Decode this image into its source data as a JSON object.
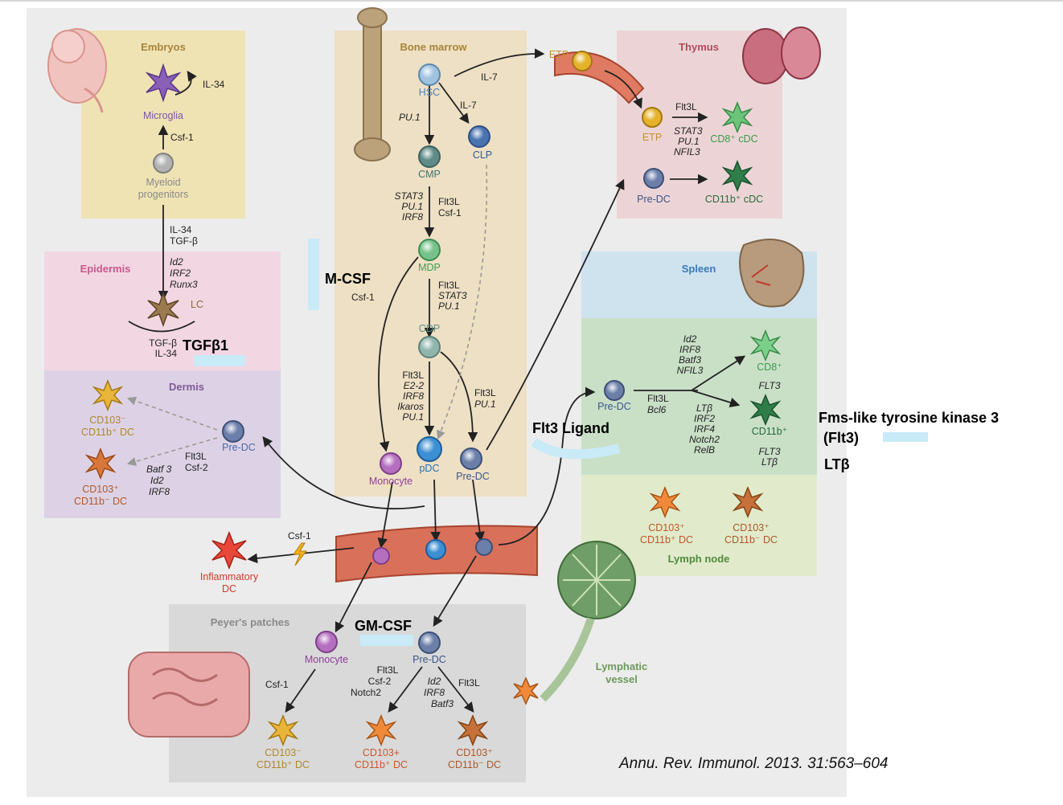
{
  "colors": {
    "background": "#ececec",
    "embryos": "#efe3b4",
    "epidermis": "#f2d7e2",
    "dermis": "#ddd2e5",
    "bone_marrow": "#eee0c4",
    "thymus": "#ecd4d6",
    "spleen": "#cfe3ef",
    "spleen_green": "#c9e0c7",
    "lymph_node": "#e1ebcb",
    "peyers": "#d9d9d9",
    "vessel": "#d9705a",
    "highlight": "#c9eaf7"
  },
  "regions": {
    "embryos": "Embryos",
    "epidermis": "Epidermis",
    "dermis": "Dermis",
    "bone_marrow": "Bone marrow",
    "thymus": "Thymus",
    "spleen": "Spleen",
    "lymph_node": "Lymph node",
    "peyers": "Peyer's patches",
    "lymphatic_vessel": [
      "Lymphatic",
      "vessel"
    ]
  },
  "cells": {
    "microglia": "Microglia",
    "myeloid": [
      "Myeloid",
      "progenitors"
    ],
    "lc": "LC",
    "dermis_dc1": [
      "CD103⁻",
      "CD11b⁺ DC"
    ],
    "dermis_dc2": [
      "CD103⁺",
      "CD11b⁻ DC"
    ],
    "pre_dc": "Pre-DC",
    "hsc": "HSC",
    "clp": "CLP",
    "cmp": "CMP",
    "mdp": "MDP",
    "cdp": "CDP",
    "monocyte": "Monocyte",
    "pdc": "pDC",
    "etp": "ETP",
    "cd8_cdc": "CD8⁺ cDC",
    "cd11b_cdc": "CD11b⁺ cDC",
    "spleen_cd8": "CD8⁺",
    "spleen_cd11b": "CD11b⁺",
    "ln_dc1": [
      "CD103⁺",
      "CD11b⁺ DC"
    ],
    "ln_dc2": [
      "CD103⁺",
      "CD11b⁻ DC"
    ],
    "inflammatory": [
      "Inflammatory",
      "DC"
    ],
    "pp_dc1": [
      "CD103⁻",
      "CD11b⁺ DC"
    ],
    "pp_dc2": [
      "CD103+",
      "CD11b⁺ DC"
    ],
    "pp_dc3": [
      "CD103⁺",
      "CD11b⁻ DC"
    ]
  },
  "factors": {
    "il34": "IL-34",
    "csf1": "Csf-1",
    "il34_tgfb": [
      "IL-34",
      "TGF-β"
    ],
    "epi_tf": [
      "Id2",
      "IRF2",
      "Runx3"
    ],
    "tgfb_il34": [
      "TGF-β",
      "IL-34"
    ],
    "dermis_factors": [
      "Flt3L",
      "Csf-2"
    ],
    "dermis_tf": [
      "Batf 3",
      "Id2",
      "IRF8"
    ],
    "pu1": "PU.1",
    "il7": "IL-7",
    "cmp_tf": [
      "STAT3",
      "PU.1",
      "IRF8"
    ],
    "flt3l_csf1": [
      "Flt3L",
      "Csf-1"
    ],
    "mdp_tf": [
      "Flt3L",
      "STAT3",
      "PU.1"
    ],
    "cdp_tf": [
      "Flt3L",
      "E2-2",
      "IRF8",
      "Ikaros",
      "PU.1"
    ],
    "flt3l_pu1": [
      "Flt3L",
      "PU.1"
    ],
    "flt3l": "Flt3L",
    "thymus_tf": [
      "STAT3",
      "PU.1",
      "NFIL3"
    ],
    "spleen_tf1": [
      "Id2",
      "IRF8",
      "Batf3",
      "NFIL3"
    ],
    "flt3l_bcl6": [
      "Flt3L",
      "Bcl6"
    ],
    "spleen_tf2": [
      "LTβ",
      "IRF2",
      "IRF4",
      "Notch2",
      "RelB"
    ],
    "flt3": "FLT3",
    "flt3_ltb": [
      "FLT3",
      "LTβ"
    ],
    "pp_mid": [
      "Flt3L",
      "Csf-2",
      "Notch2"
    ],
    "pp_tf": [
      "Id2",
      "IRF8",
      "Batf3"
    ]
  },
  "annotations": {
    "mcsf": "M-CSF",
    "tgfb1": "TGFβ1",
    "flt3_ligand": "Flt3 Ligand",
    "fms": "Fms-like tyrosine kinase 3",
    "flt3_paren": "(Flt3)",
    "ltb": "LTβ",
    "gmcsf": "GM-CSF"
  },
  "citation": "Annu. Rev. Immunol. 2013. 31:563–604"
}
